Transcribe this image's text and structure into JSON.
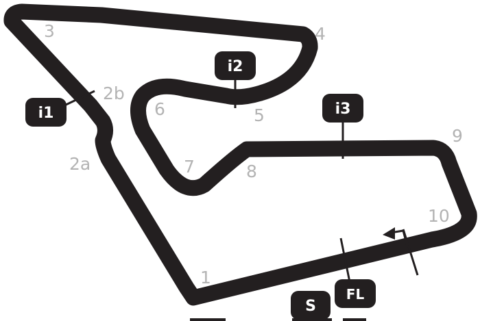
{
  "colors": {
    "track": "#231f20",
    "corner_label": "#b3b3b3",
    "badge_fill": "#231f20",
    "badge_text": "#ffffff",
    "background": "#ffffff"
  },
  "corners": {
    "c1": "1",
    "c2a": "2a",
    "c2b": "2b",
    "c3": "3",
    "c4": "4",
    "c5": "5",
    "c6": "6",
    "c7": "7",
    "c8": "8",
    "c9": "9",
    "c10": "10"
  },
  "intermediates": {
    "i1": "i1",
    "i2": "i2",
    "i3": "i3"
  },
  "finish_line": "FL",
  "start": "S",
  "icons": {
    "direction": "direction-arrow-icon"
  }
}
